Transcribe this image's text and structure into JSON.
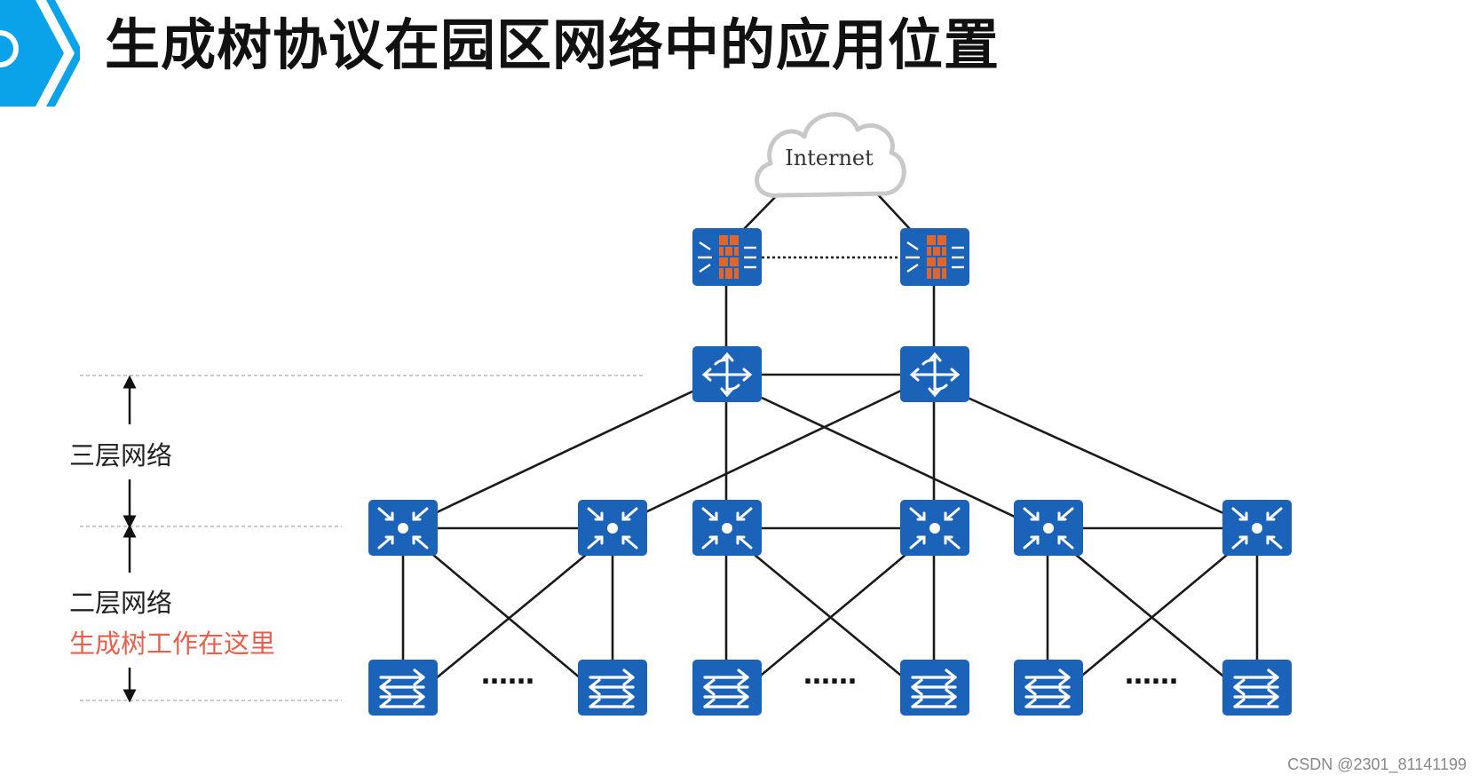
{
  "title": "生成树协议在园区网络中的应用位置",
  "diagram": {
    "cloud_label": "Internet",
    "layer3_label": "三层网络",
    "layer2_label": "二层网络",
    "stp_note": "生成树工作在这里",
    "ellipsis": "……"
  },
  "colors": {
    "device_blue": "#1a63b8",
    "firewall_orange": "#e0662e",
    "accent_blue": "#0aa2e8",
    "note_red": "#e8604c"
  },
  "watermark": "CSDN @2301_81141199"
}
